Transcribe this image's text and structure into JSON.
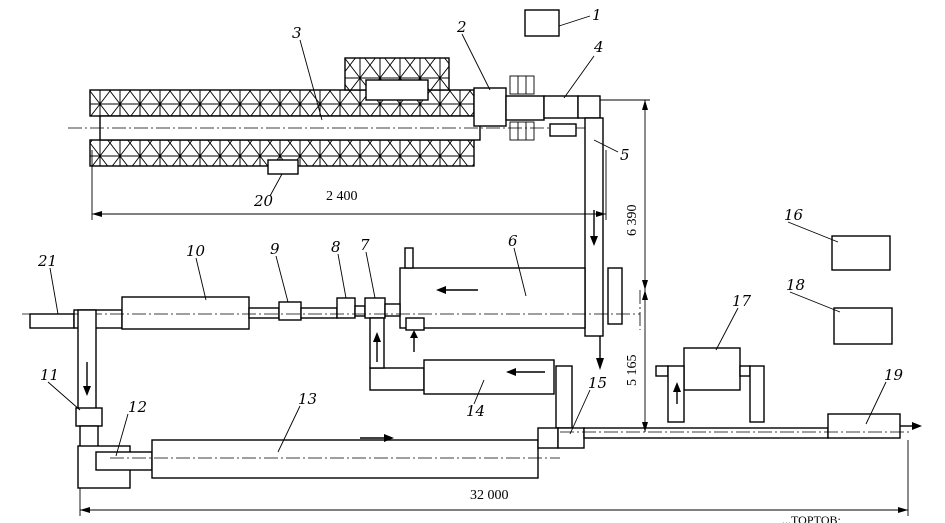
{
  "labels": [
    "1",
    "2",
    "3",
    "4",
    "5",
    "6",
    "7",
    "8",
    "9",
    "10",
    "11",
    "12",
    "13",
    "14",
    "15",
    "16",
    "17",
    "18",
    "19",
    "20",
    "21"
  ],
  "dimensions": {
    "top_length": "2 400",
    "vertical_upper": "6 390",
    "vertical_lower": "5 165",
    "total_length": "32 000"
  },
  "footer_text": "...ТОРТОВ;"
}
